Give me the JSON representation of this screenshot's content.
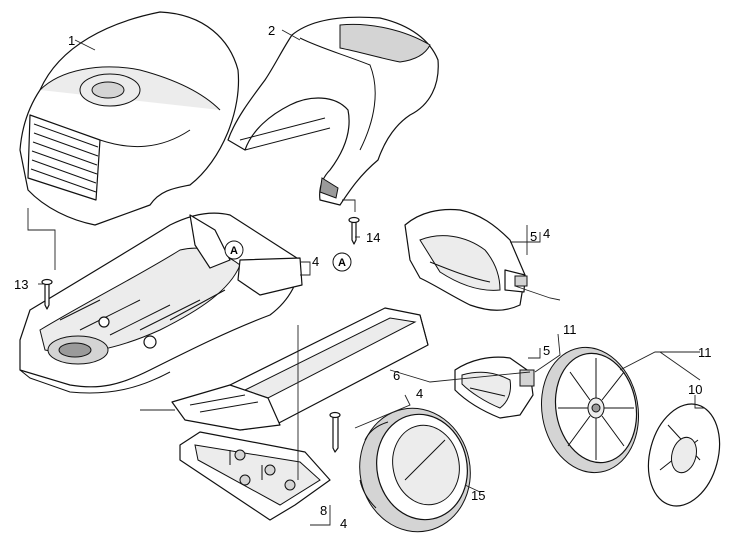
{
  "callouts": {
    "n1": "1",
    "n2": "2",
    "n4a": "4",
    "n4b": "4",
    "n4c": "4",
    "n4d": "4",
    "n5a": "5",
    "n5b": "5",
    "n6": "6",
    "n8": "8",
    "n10": "10",
    "n11a": "11",
    "n11b": "11",
    "n13": "13",
    "n14": "14",
    "n15": "15"
  },
  "markers": {
    "a1": "A",
    "a2": "A"
  }
}
